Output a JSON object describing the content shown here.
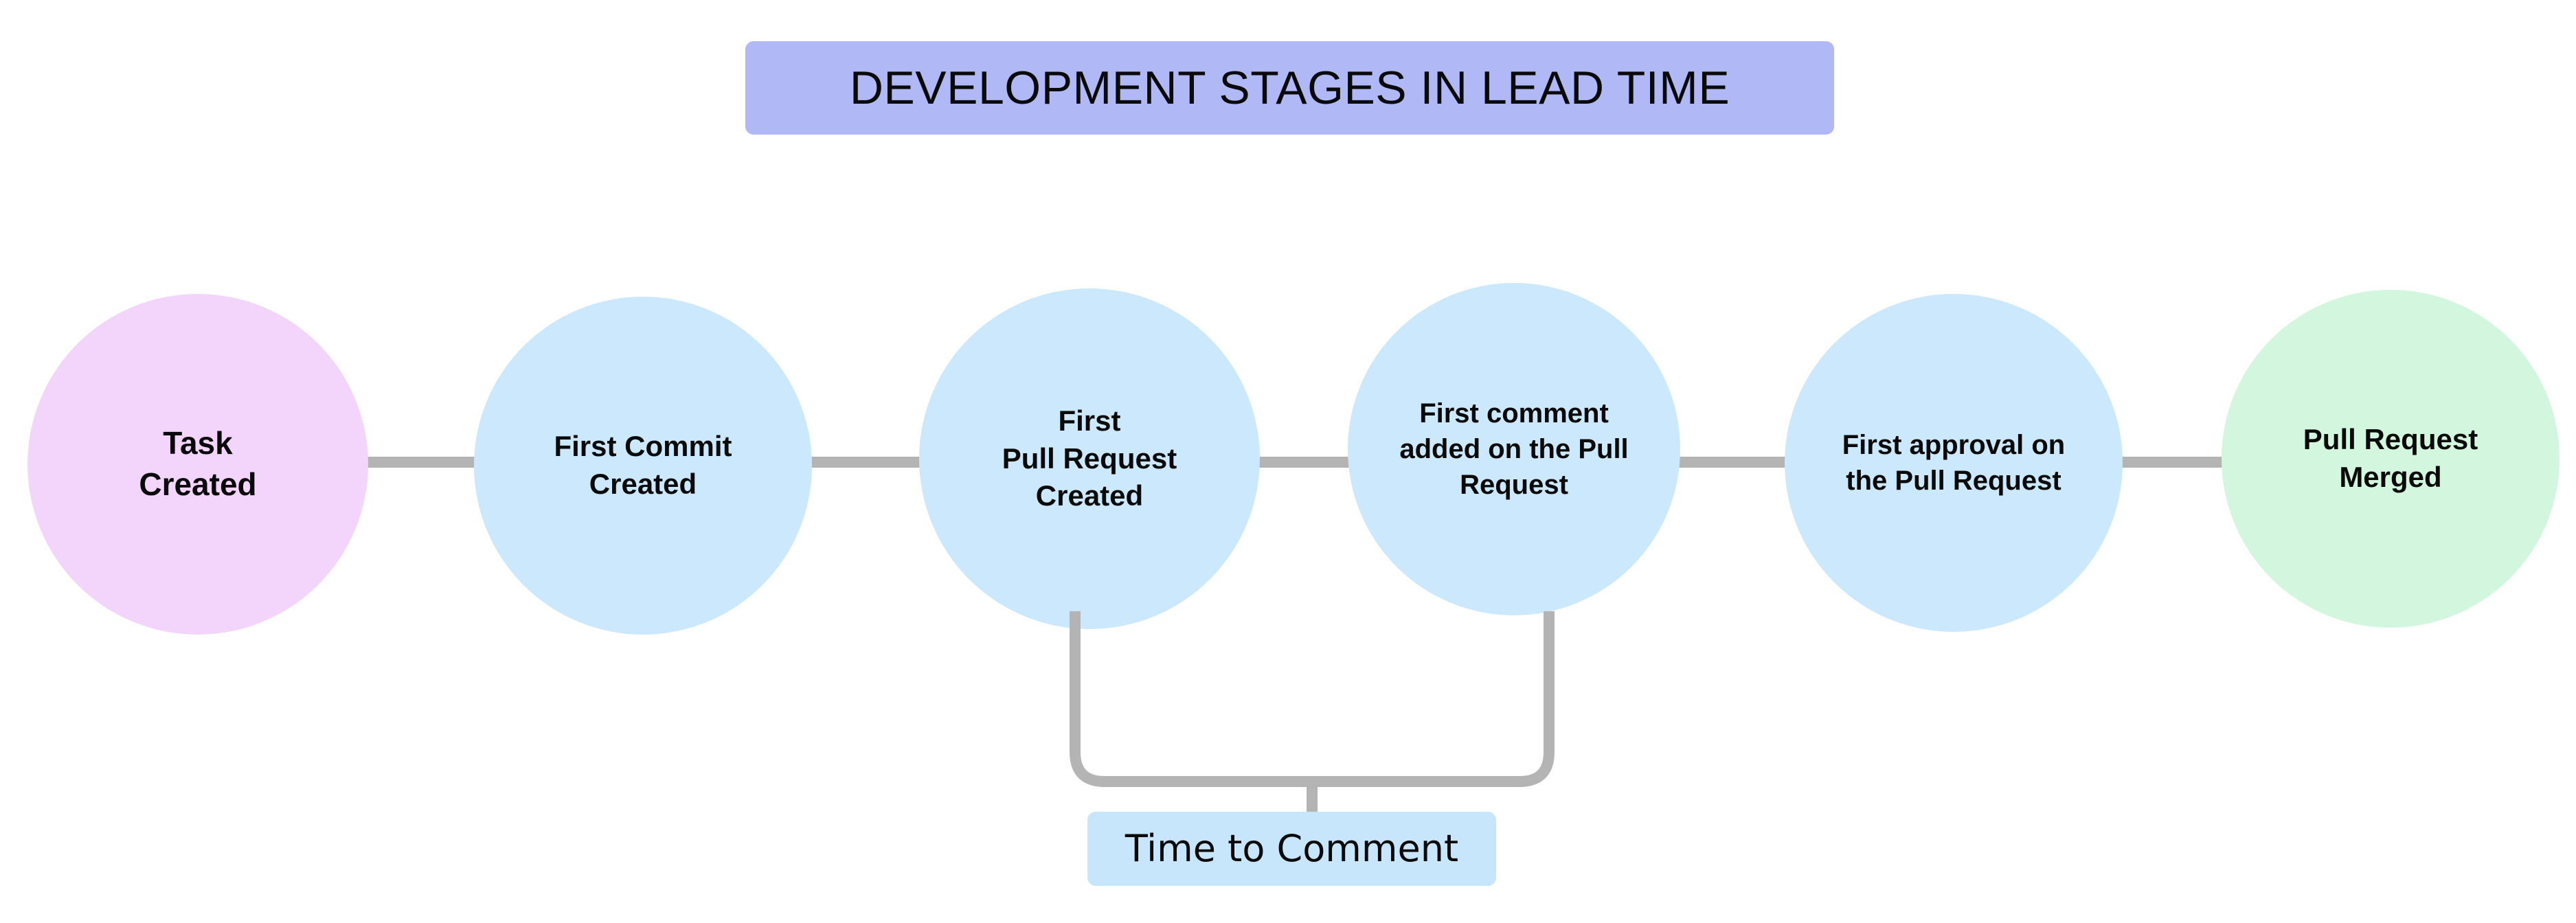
{
  "diagram": {
    "title": "DEVELOPMENT STAGES IN LEAD TIME",
    "title_bg_color": "#b0b9f5",
    "background_color": "#ffffff",
    "connector_color": "#b4b4b4",
    "stages": [
      {
        "id": "task-created",
        "label": "Task\nCreated",
        "color": "#f3d5fb"
      },
      {
        "id": "first-commit-created",
        "label": "First Commit\nCreated",
        "color": "#cbe8fc"
      },
      {
        "id": "first-pull-request-created",
        "label": "First\nPull Request\nCreated",
        "color": "#cbe8fc"
      },
      {
        "id": "first-comment-on-pull-request",
        "label": "First comment\nadded on the Pull\nRequest",
        "color": "#cbe8fc"
      },
      {
        "id": "first-approval-on-pull-request",
        "label": "First approval on\nthe Pull Request",
        "color": "#cbe8fc"
      },
      {
        "id": "pull-request-merged",
        "label": "Pull Request\nMerged",
        "color": "#d3f6de"
      }
    ],
    "metrics": [
      {
        "id": "time-to-comment",
        "label": "Time to Comment",
        "color": "#c8e6fb",
        "spans_from": "first-pull-request-created",
        "spans_to": "first-comment-on-pull-request"
      }
    ]
  }
}
